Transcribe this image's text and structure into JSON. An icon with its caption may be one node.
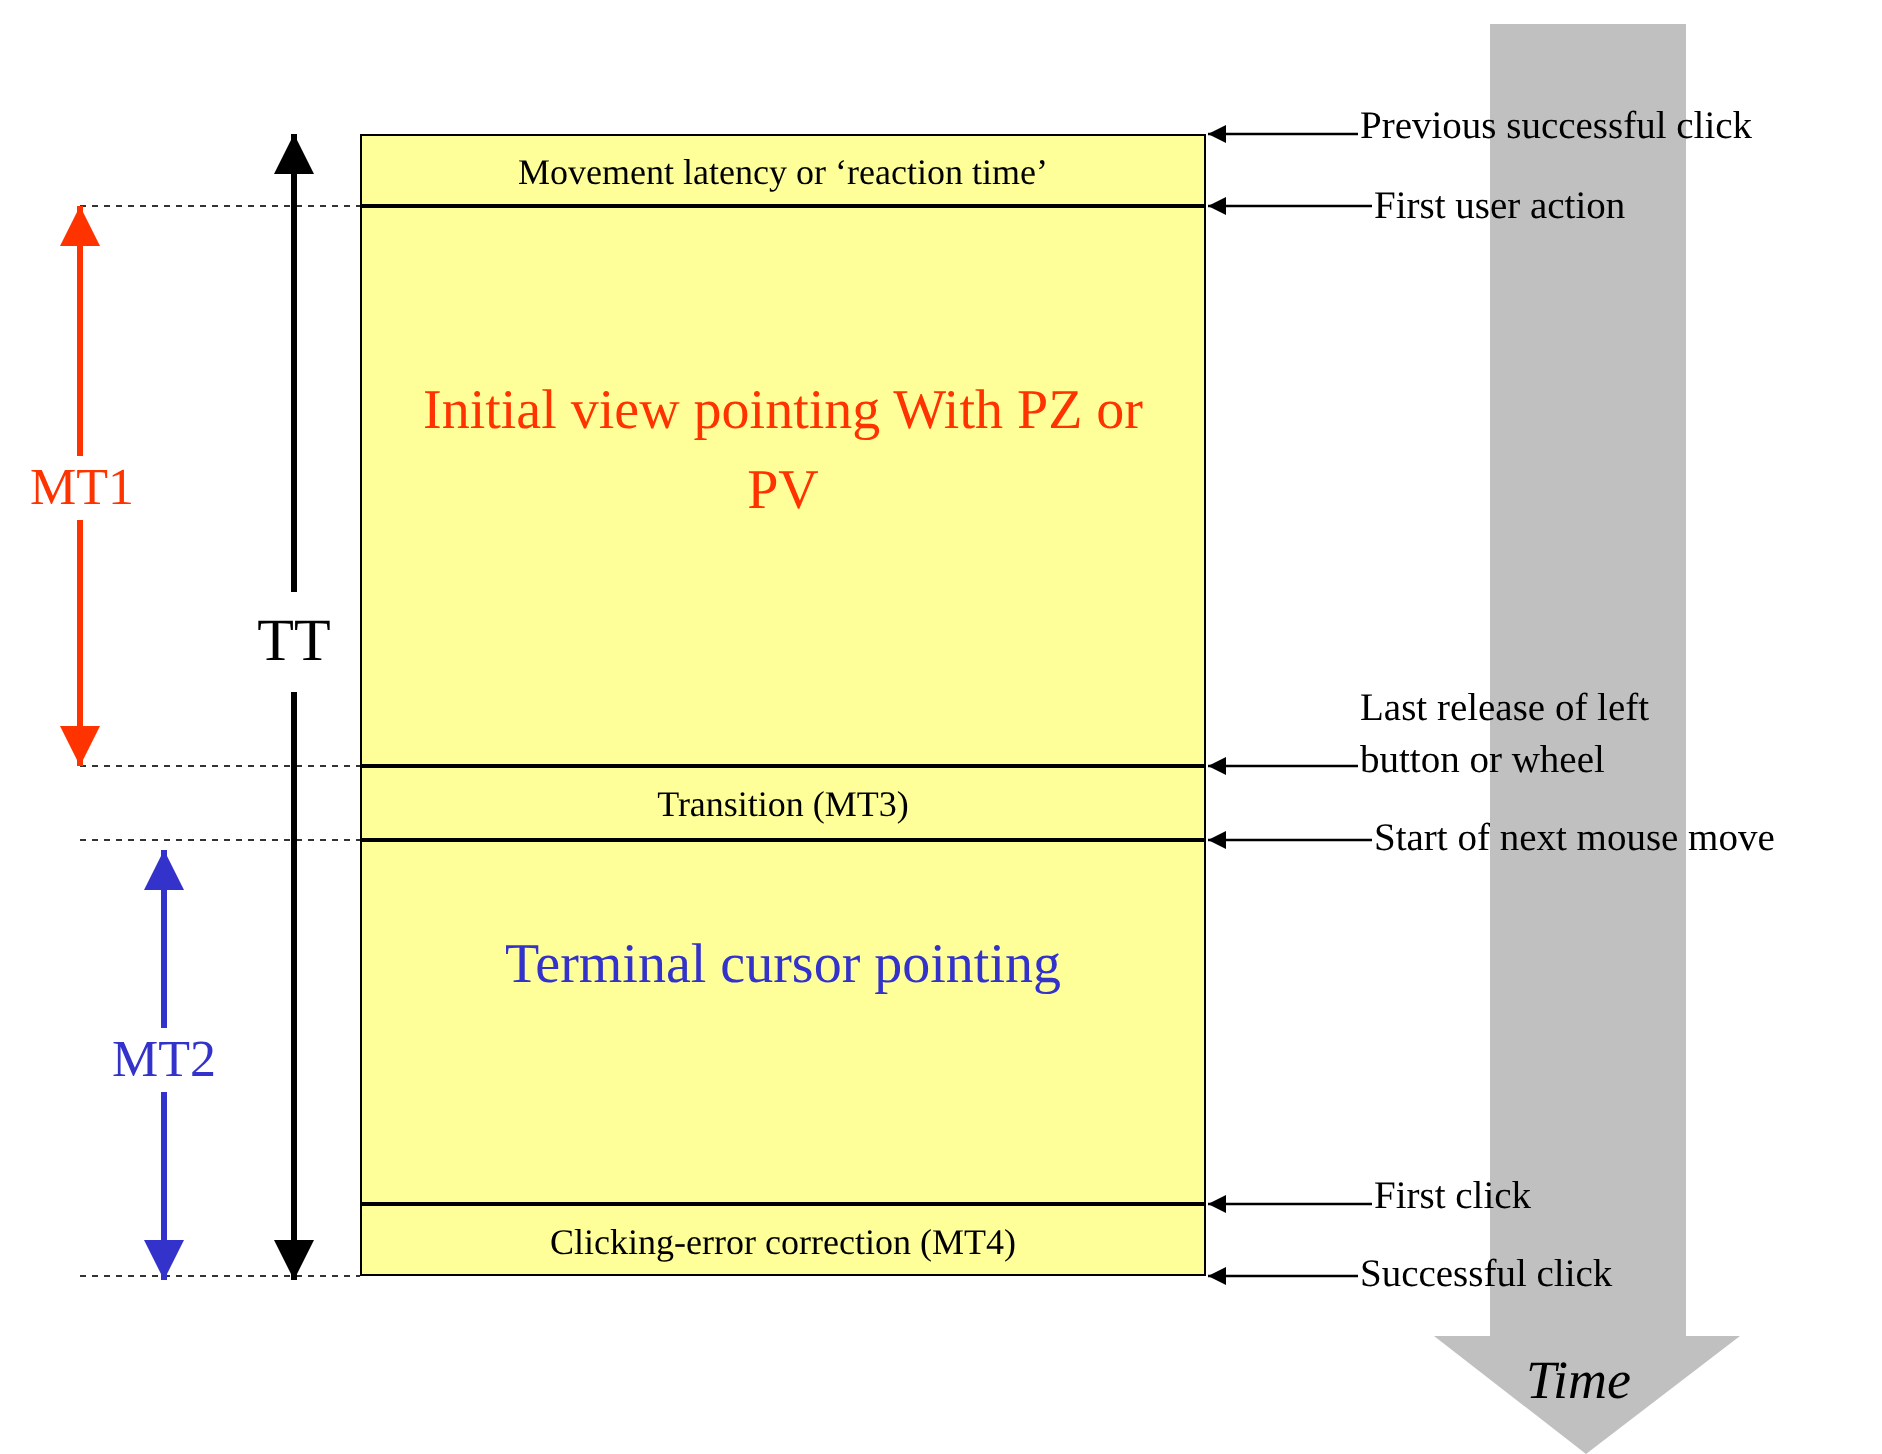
{
  "diagram": {
    "nodes": [
      {
        "text": [
          "Movement latency or ‘reaction time’"
        ]
      },
      {
        "text": [
          "Initial view pointing With PZ or PV"
        ]
      },
      {
        "text": [
          "Transition (MT3)"
        ]
      },
      {
        "text": [
          "Terminal cursor pointing"
        ]
      },
      {
        "text": [
          "Clicking-error correction (MT4)"
        ]
      },
      {
        "text": [
          "Previous successful click"
        ]
      },
      {
        "text": [
          "First user action"
        ]
      },
      {
        "text": [
          "Last release of left button or wheel"
        ]
      },
      {
        "text": [
          "Start of next mouse move"
        ]
      },
      {
        "text": [
          "First click"
        ]
      },
      {
        "text": [
          "Successful click"
        ]
      },
      {
        "text": [
          "Time"
        ]
      }
    ],
    "edges": [
      {
        "from": 5,
        "to": 0,
        "arrow": "to"
      },
      {
        "from": 6,
        "to": 1,
        "arrow": "to"
      },
      {
        "from": 7,
        "to": 2,
        "arrow": "to"
      },
      {
        "from": 8,
        "to": 3,
        "arrow": "to"
      },
      {
        "from": 9,
        "to": 4,
        "arrow": "to"
      },
      {
        "from": 10,
        "to": 4,
        "arrow": "to"
      }
    ],
    "labels": [
      "MT1",
      "TT",
      "MT2"
    ]
  }
}
